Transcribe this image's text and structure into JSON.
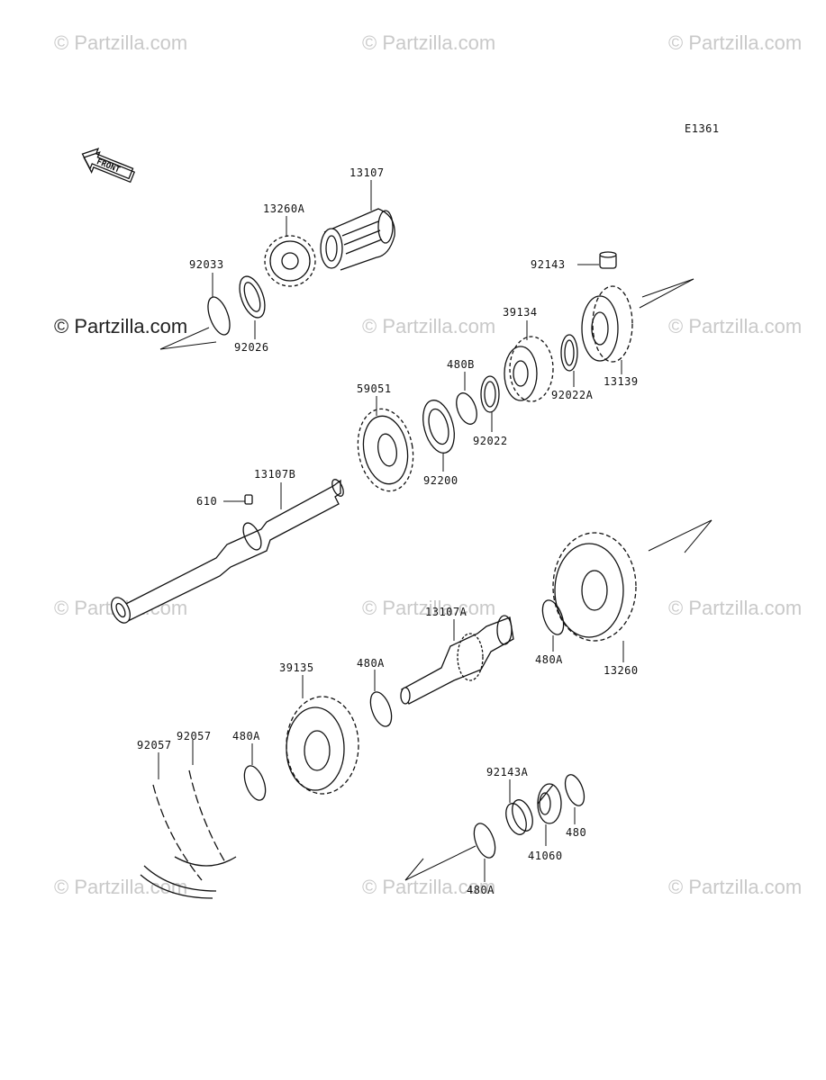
{
  "code": "E1361",
  "front_label": "FRONT",
  "watermark": "© Partzilla.com",
  "parts": {
    "p13107": "13107",
    "p13260A": "13260A",
    "p92033": "92033",
    "p92026": "92026",
    "p92143": "92143",
    "p39134": "39134",
    "p480B": "480B",
    "p13139": "13139",
    "p92022A": "92022A",
    "p92022": "92022",
    "p59051": "59051",
    "p92200": "92200",
    "p13107B": "13107B",
    "p610": "610",
    "p13107A": "13107A",
    "p39135": "39135",
    "p480A_1": "480A",
    "p480A_2": "480A",
    "p13260": "13260",
    "p92057_1": "92057",
    "p92057_2": "92057",
    "p480A_3": "480A",
    "p92143A": "92143A",
    "p480": "480",
    "p41060": "41060",
    "p480A_4": "480A"
  }
}
